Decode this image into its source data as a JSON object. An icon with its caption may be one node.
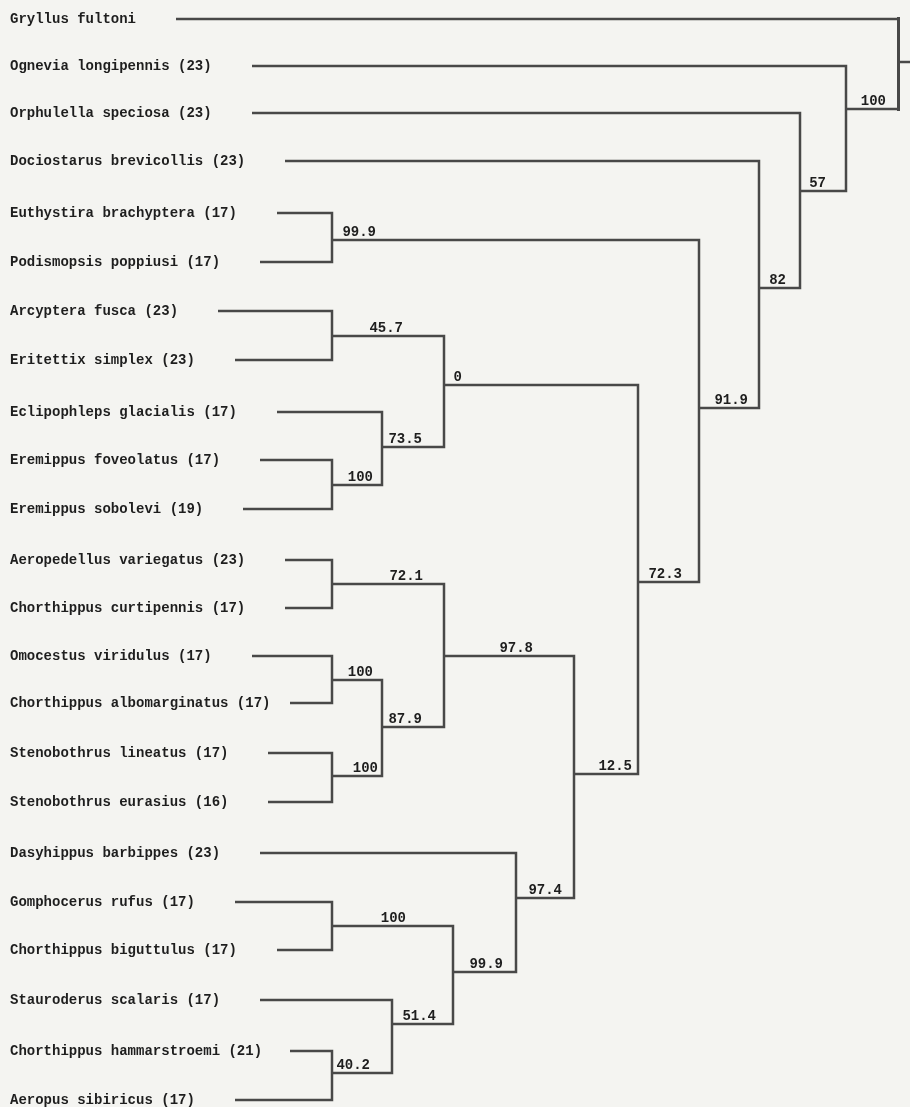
{
  "diagram": {
    "nodes": [
      {
        "text": [
          "Gryllus fultoni"
        ]
      },
      {
        "text": [
          "Ognevia longipennis (23)"
        ]
      },
      {
        "text": [
          "Orphulella speciosa (23)"
        ]
      },
      {
        "text": [
          "Dociostarus brevicollis (23)"
        ]
      },
      {
        "text": [
          "Euthystira brachyptera (17)"
        ]
      },
      {
        "text": [
          "Podismopsis poppiusi (17)"
        ]
      },
      {
        "text": [
          "Arcyptera fusca (23)"
        ]
      },
      {
        "text": [
          "Eritettix simplex (23)"
        ]
      },
      {
        "text": [
          "Eclipophleps glacialis (17)"
        ]
      },
      {
        "text": [
          "Eremippus foveolatus (17)"
        ]
      },
      {
        "text": [
          "Eremippus sobolevi (19)"
        ]
      },
      {
        "text": [
          "Aeropedellus variegatus (23)"
        ]
      },
      {
        "text": [
          "Chorthippus curtipennis (17)"
        ]
      },
      {
        "text": [
          "Omocestus viridulus (17)"
        ]
      },
      {
        "text": [
          "Chorthippus albomarginatus (17)"
        ]
      },
      {
        "text": [
          "Stenobothrus lineatus (17)"
        ]
      },
      {
        "text": [
          "Stenobothrus eurasius (16)"
        ]
      },
      {
        "text": [
          "Dasyhippus barbippes (23)"
        ]
      },
      {
        "text": [
          "Gomphocerus rufus (17)"
        ]
      },
      {
        "text": [
          "Chorthippus biguttulus (17)"
        ]
      },
      {
        "text": [
          "Stauroderus scalaris (17)"
        ]
      },
      {
        "text": [
          "Chorthippus hammarstroemi (21)"
        ]
      },
      {
        "text": [
          "Aeropus sibiricus (17)"
        ]
      },
      {
        "text": [
          "99.9"
        ]
      },
      {
        "text": [
          "45.7"
        ]
      },
      {
        "text": [
          "100"
        ]
      },
      {
        "text": [
          "73.5"
        ]
      },
      {
        "text": [
          "0"
        ]
      },
      {
        "text": [
          "72.1"
        ]
      },
      {
        "text": [
          "100"
        ]
      },
      {
        "text": [
          "100"
        ]
      },
      {
        "text": [
          "87.9"
        ]
      },
      {
        "text": [
          "97.8"
        ]
      },
      {
        "text": [
          "100"
        ]
      },
      {
        "text": [
          "40.2"
        ]
      },
      {
        "text": [
          "51.4"
        ]
      },
      {
        "text": [
          "99.9"
        ]
      },
      {
        "text": [
          "97.4"
        ]
      },
      {
        "text": [
          "12.5"
        ]
      },
      {
        "text": [
          "72.3"
        ]
      },
      {
        "text": [
          "91.9"
        ]
      },
      {
        "text": [
          "82"
        ]
      },
      {
        "text": [
          "57"
        ]
      },
      {
        "text": [
          "100"
        ]
      },
      {
        "text": [],
        "shape": "bar"
      }
    ],
    "edges": [
      {
        "from": 4,
        "to": 23,
        "arrow": "none"
      },
      {
        "from": 5,
        "to": 23,
        "arrow": "none"
      },
      {
        "from": 6,
        "to": 24,
        "arrow": "none"
      },
      {
        "from": 7,
        "to": 24,
        "arrow": "none"
      },
      {
        "from": 9,
        "to": 25,
        "arrow": "none"
      },
      {
        "from": 10,
        "to": 25,
        "arrow": "none"
      },
      {
        "from": 8,
        "to": 26,
        "arrow": "none"
      },
      {
        "from": 25,
        "to": 26,
        "arrow": "none"
      },
      {
        "from": 24,
        "to": 27,
        "arrow": "none"
      },
      {
        "from": 26,
        "to": 27,
        "arrow": "none"
      },
      {
        "from": 11,
        "to": 28,
        "arrow": "none"
      },
      {
        "from": 12,
        "to": 28,
        "arrow": "none"
      },
      {
        "from": 13,
        "to": 29,
        "arrow": "none"
      },
      {
        "from": 14,
        "to": 29,
        "arrow": "none"
      },
      {
        "from": 15,
        "to": 30,
        "arrow": "none"
      },
      {
        "from": 16,
        "to": 30,
        "arrow": "none"
      },
      {
        "from": 29,
        "to": 31,
        "arrow": "none"
      },
      {
        "from": 30,
        "to": 31,
        "arrow": "none"
      },
      {
        "from": 28,
        "to": 32,
        "arrow": "none"
      },
      {
        "from": 31,
        "to": 32,
        "arrow": "none"
      },
      {
        "from": 18,
        "to": 33,
        "arrow": "none"
      },
      {
        "from": 19,
        "to": 33,
        "arrow": "none"
      },
      {
        "from": 21,
        "to": 34,
        "arrow": "none"
      },
      {
        "from": 22,
        "to": 34,
        "arrow": "none"
      },
      {
        "from": 20,
        "to": 35,
        "arrow": "none"
      },
      {
        "from": 34,
        "to": 35,
        "arrow": "none"
      },
      {
        "from": 33,
        "to": 36,
        "arrow": "none"
      },
      {
        "from": 35,
        "to": 36,
        "arrow": "none"
      },
      {
        "from": 17,
        "to": 37,
        "arrow": "none"
      },
      {
        "from": 36,
        "to": 37,
        "arrow": "none"
      },
      {
        "from": 32,
        "to": 38,
        "arrow": "none"
      },
      {
        "from": 37,
        "to": 38,
        "arrow": "none"
      },
      {
        "from": 27,
        "to": 39,
        "arrow": "none"
      },
      {
        "from": 38,
        "to": 39,
        "arrow": "none"
      },
      {
        "from": 23,
        "to": 40,
        "arrow": "none"
      },
      {
        "from": 39,
        "to": 40,
        "arrow": "none"
      },
      {
        "from": 3,
        "to": 41,
        "arrow": "none"
      },
      {
        "from": 40,
        "to": 41,
        "arrow": "none"
      },
      {
        "from": 2,
        "to": 42,
        "arrow": "none"
      },
      {
        "from": 41,
        "to": 42,
        "arrow": "none"
      },
      {
        "from": 1,
        "to": 43,
        "arrow": "none"
      },
      {
        "from": 42,
        "to": 43,
        "arrow": "none"
      },
      {
        "from": 0,
        "to": 44,
        "arrow": "none"
      },
      {
        "from": 43,
        "to": 44,
        "arrow": "none"
      },
      {
        "from": 44,
        "to": null,
        "arrow": "none"
      }
    ]
  }
}
